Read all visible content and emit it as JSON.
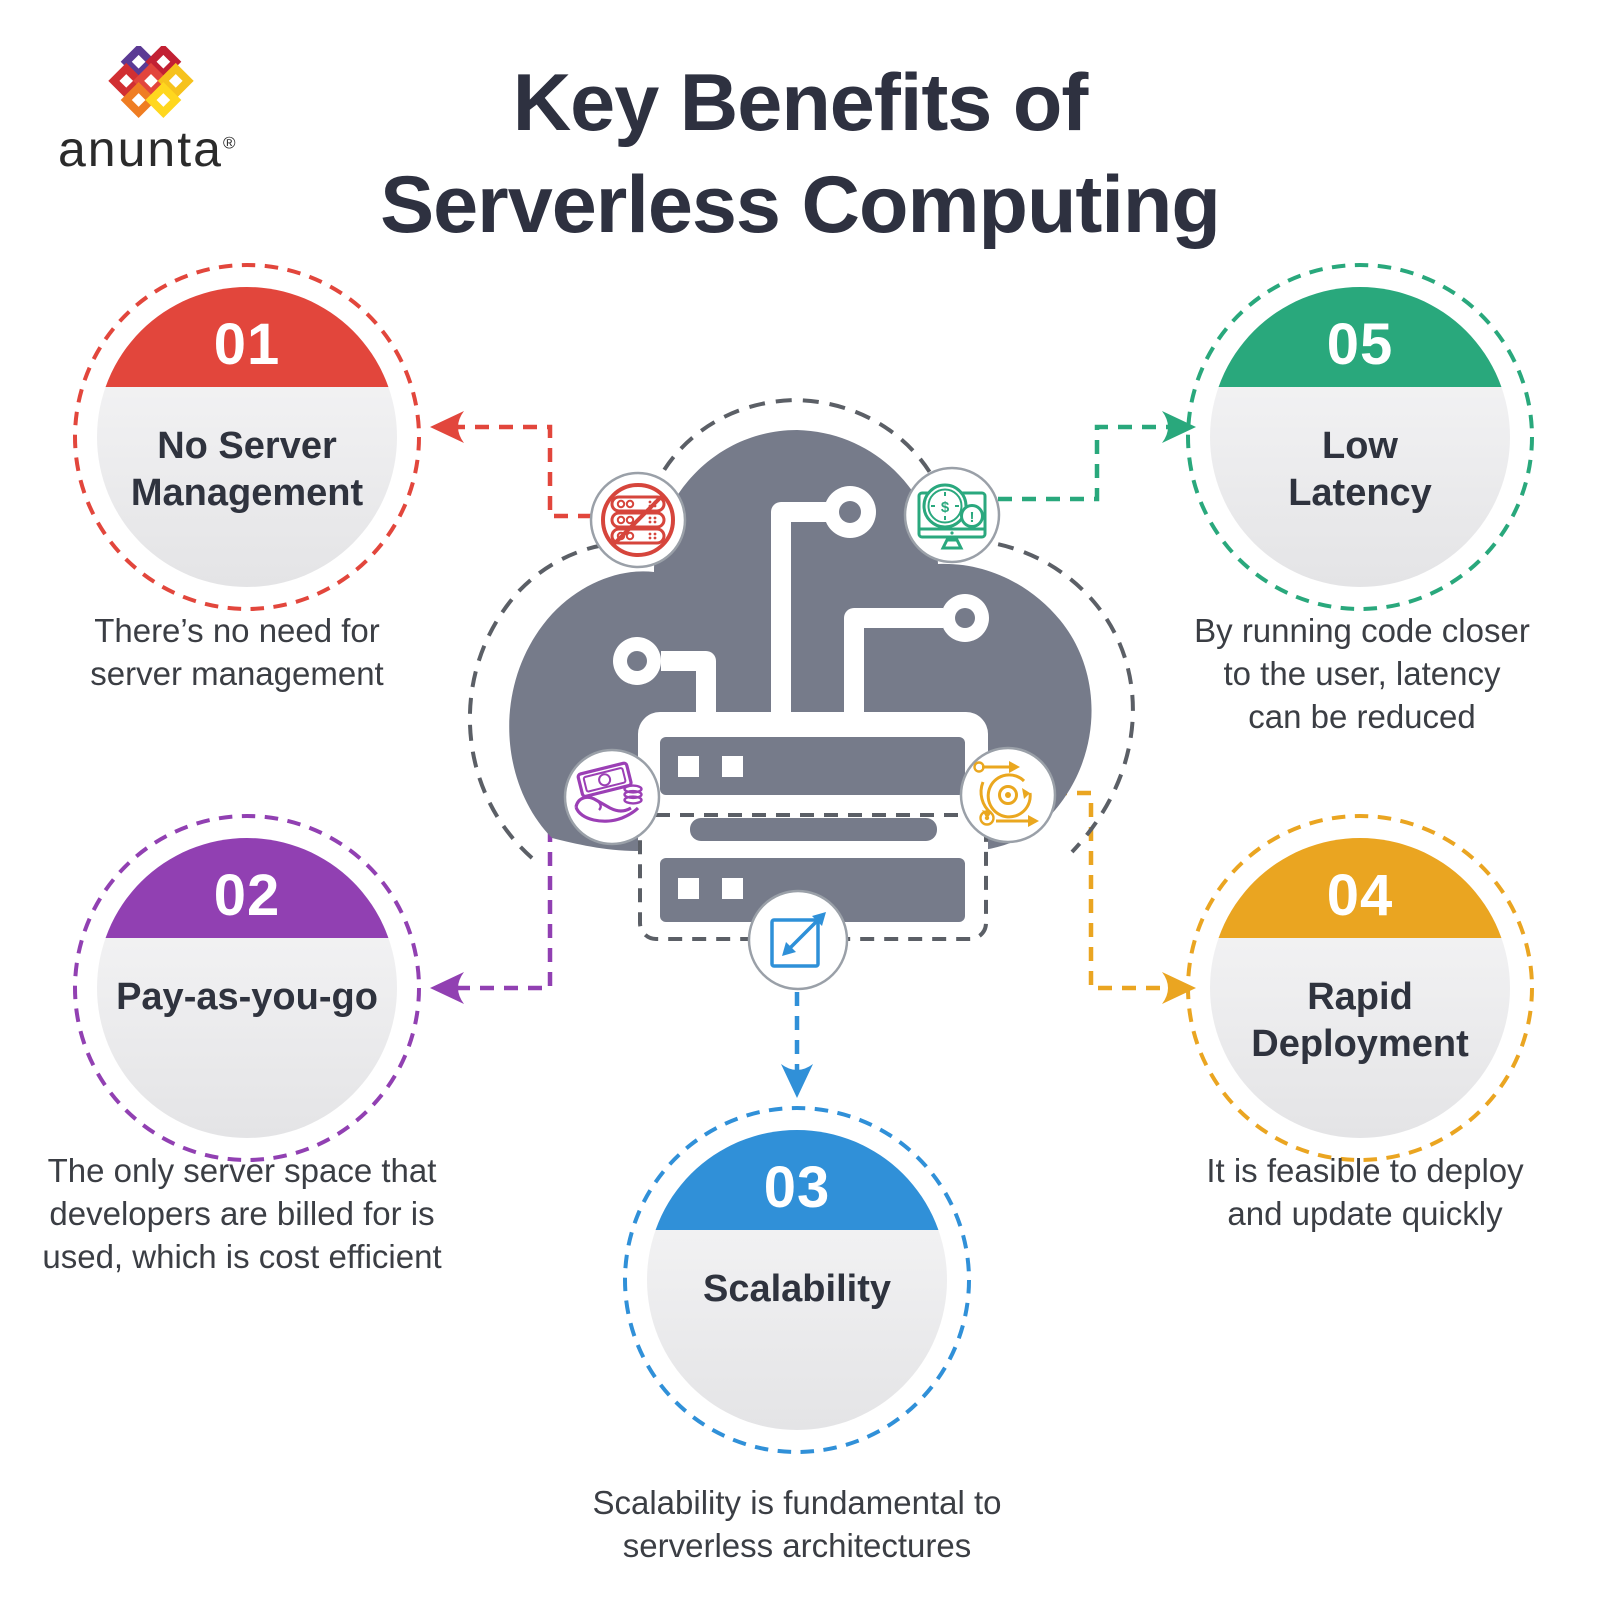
{
  "logo": {
    "brand": "anunta",
    "registered": "®"
  },
  "title": {
    "line1": "Key Benefits of",
    "line2": "Serverless Computing"
  },
  "benefits": [
    {
      "id": "01",
      "label": "No Server Management",
      "label_lines": [
        "No Server",
        "Management"
      ],
      "description": "There’s no need for server management",
      "description_lines": [
        "There’s no need for",
        "server management"
      ],
      "color": "#e2463c"
    },
    {
      "id": "02",
      "label": "Pay-as-you-go",
      "label_lines": [
        "Pay-as-you-go"
      ],
      "description": "The only server space that developers are billed for is used, which is cost efficient",
      "description_lines": [
        "The only server space that",
        "developers are billed for is",
        "used, which is cost efficient"
      ],
      "color": "#9140b2"
    },
    {
      "id": "03",
      "label": "Scalability",
      "label_lines": [
        "Scalability"
      ],
      "description": "Scalability is fundamental to serverless architectures",
      "description_lines": [
        "Scalability is fundamental to",
        "serverless architectures"
      ],
      "color": "#3090d8"
    },
    {
      "id": "04",
      "label": "Rapid Deployment",
      "label_lines": [
        "Rapid",
        "Deployment"
      ],
      "description": "It is feasible to deploy and update quickly",
      "description_lines": [
        "It is feasible to deploy",
        "and update quickly"
      ],
      "color": "#eaa521"
    },
    {
      "id": "05",
      "label": "Low Latency",
      "label_lines": [
        "Low",
        "Latency"
      ],
      "description": "By running code closer to the user, latency can be reduced",
      "description_lines": [
        "By running code closer",
        "to the user, latency",
        "can be reduced"
      ],
      "color": "#29a87c"
    }
  ],
  "center_illustration": {
    "cloud_color": "#767b8a",
    "outline_color": "#5b5f66",
    "icons": [
      {
        "name": "no-server-rack-icon",
        "color": "#d6453c"
      },
      {
        "name": "latency-monitor-clock-icon",
        "color": "#2aa87e"
      },
      {
        "name": "pay-per-use-hand-money-icon",
        "color": "#9b3fb5"
      },
      {
        "name": "rapid-deployment-agile-cycle-icon",
        "color": "#eaa71f"
      },
      {
        "name": "scalability-expand-icon",
        "color": "#2e90d8"
      }
    ]
  }
}
